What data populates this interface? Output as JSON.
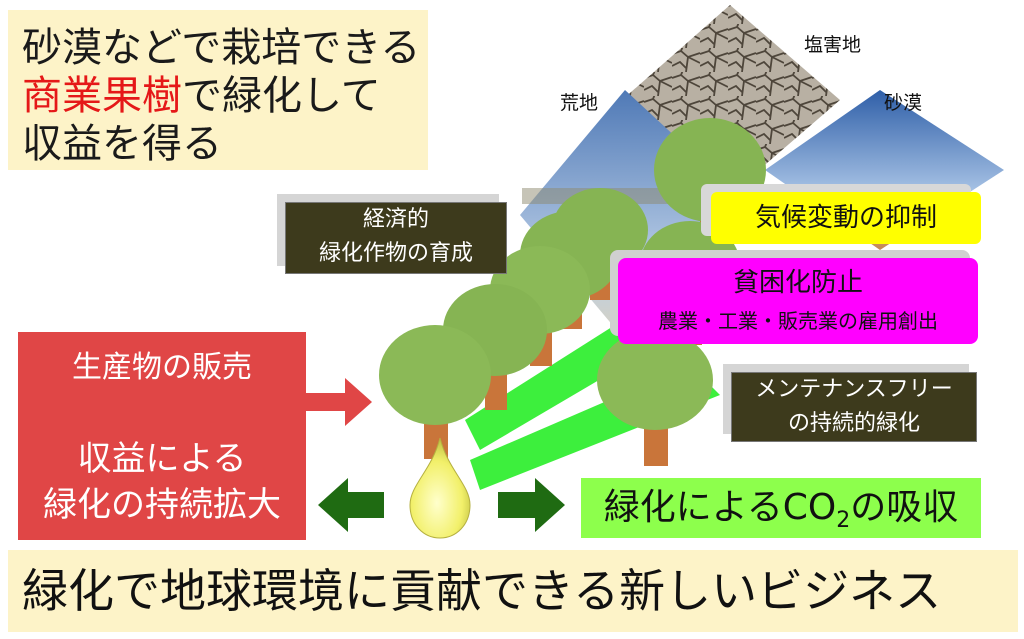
{
  "title": {
    "line1": "砂漠などで栽培できる",
    "line2_red": "商業果樹",
    "line2_rest": "で緑化して",
    "line3": "収益を得る"
  },
  "landscapes": {
    "saline": "塩害地",
    "wasteland": "荒地",
    "desert": "砂漠"
  },
  "boxes": {
    "economic_line1": "経済的",
    "economic_line2": "緑化作物の育成",
    "climate": "気候変動の抑制",
    "poverty_title": "貧困化防止",
    "poverty_sub": "農業・工業・販売業の雇用創出",
    "maintenance_line1": "メンテナンスフリー",
    "maintenance_line2": "の持続的緑化",
    "sales": "生産物の販売",
    "revenue_line1": "収益による",
    "revenue_line2": "緑化の持続拡大",
    "co2_pre": "緑化による",
    "co2_co": "CO",
    "co2_sub": "2",
    "co2_post": "の吸収"
  },
  "footer": "緑化で地球環境に貢献できる新しいビジネス",
  "colors": {
    "title_bg": "#fdf3c8",
    "accent_red": "#e51818",
    "dark_box": "#3d3a1c",
    "yellow": "#ffff00",
    "magenta": "#ff00ff",
    "red_box": "#e04646",
    "green_box": "#8dff4c",
    "tree_green": "#86b453",
    "trunk": "#c9753a",
    "arrow_dark_green": "#1f6b12",
    "beam_green": "#33ee33"
  }
}
